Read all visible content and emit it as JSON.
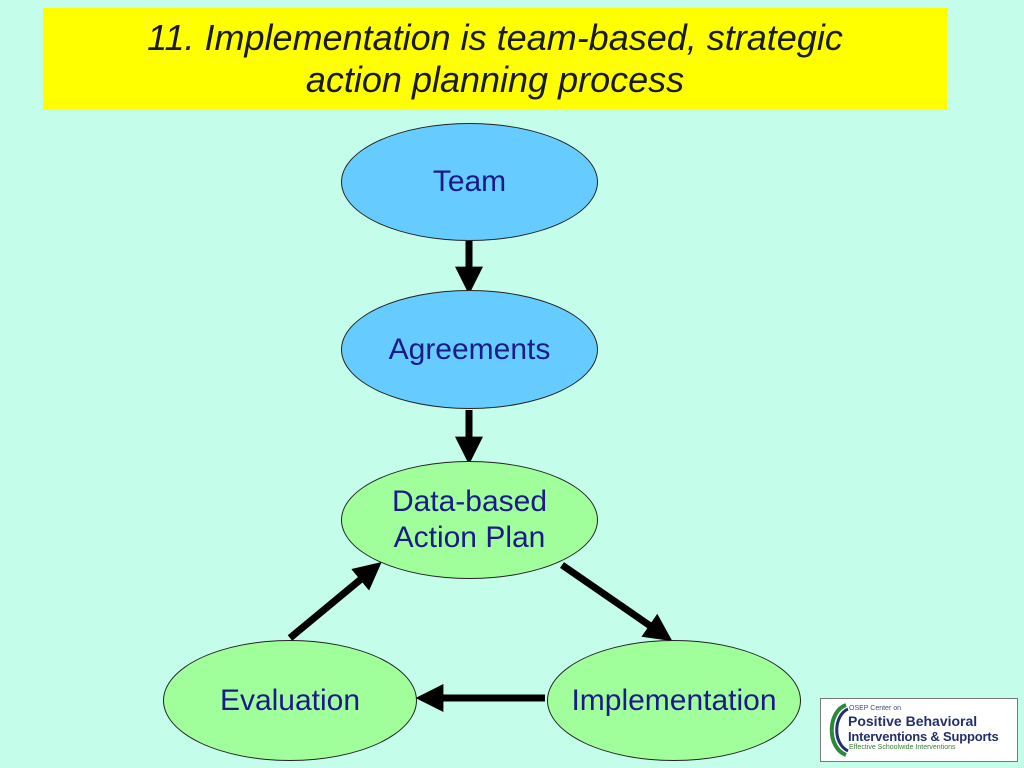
{
  "title": {
    "line1": "11. Implementation is team-based, strategic",
    "line2": "action planning process"
  },
  "nodes": {
    "team": "Team",
    "agreements": "Agreements",
    "plan_line1": "Data-based",
    "plan_line2": "Action Plan",
    "evaluation": "Evaluation",
    "implementation": "Implementation"
  },
  "logo": {
    "small": "OSEP Center on",
    "line1": "Positive Behavioral",
    "line2": "Interventions & Supports",
    "line3": "Effective Schoolwide Interventions"
  },
  "colors": {
    "background": "#c4fde9",
    "title_bg": "#ffff00",
    "blue_node": "#66ccff",
    "green_node": "#a0ff9a",
    "node_text": "#1a1a8a"
  }
}
